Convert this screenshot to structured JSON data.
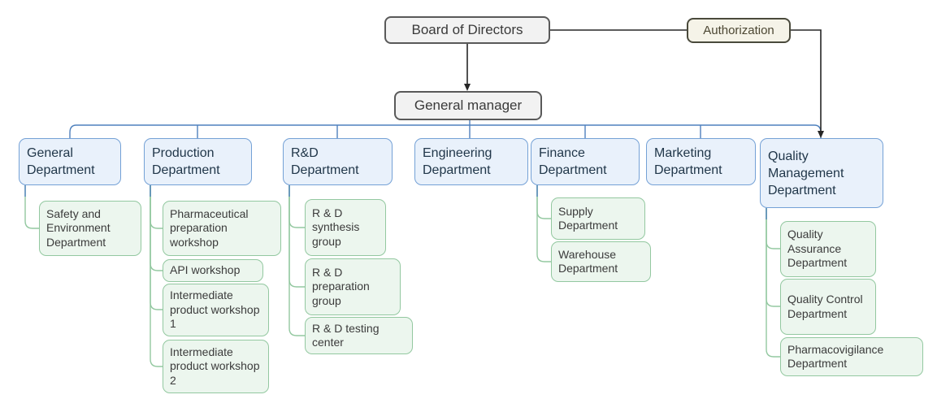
{
  "diagram": {
    "type": "organization-chart",
    "colors": {
      "executive_fill": "#f2f2f2",
      "executive_border": "#595959",
      "executive_text": "#3a3a3a",
      "annotation_fill": "#f5f3e8",
      "annotation_border": "#4a4a3c",
      "annotation_text": "#4b4632",
      "department_fill": "#e9f1fb",
      "department_border": "#74a1d6",
      "department_text": "#21374a",
      "sub_fill": "#ecf6ee",
      "sub_border": "#93c8a0",
      "sub_text": "#3b3b3b",
      "tree_line": "#4f81bd",
      "sub_line": "#93c8a0",
      "flow_line": "#262626"
    },
    "nodes": [
      {
        "id": "board",
        "label": "Board of Directors",
        "kind": "executive",
        "parent": null
      },
      {
        "id": "authorization",
        "label": "Authorization",
        "kind": "annotation",
        "parent": "board"
      },
      {
        "id": "gm",
        "label": "General manager",
        "kind": "executive",
        "parent": "board"
      },
      {
        "id": "general",
        "label": "General Department",
        "kind": "department",
        "parent": "gm"
      },
      {
        "id": "production",
        "label": "Production Department",
        "kind": "department",
        "parent": "gm"
      },
      {
        "id": "rnd",
        "label": "R&D Department",
        "kind": "department",
        "parent": "gm"
      },
      {
        "id": "engineering",
        "label": "Engineering Department",
        "kind": "department",
        "parent": "gm"
      },
      {
        "id": "finance",
        "label": "Finance Department",
        "kind": "department",
        "parent": "gm"
      },
      {
        "id": "marketing",
        "label": "Marketing Department",
        "kind": "department",
        "parent": "gm"
      },
      {
        "id": "qm",
        "label": "Quality Management Department",
        "kind": "department",
        "parent": "gm"
      },
      {
        "id": "safety",
        "label": "Safety and Environment Department",
        "kind": "sub",
        "parent": "general"
      },
      {
        "id": "pharma_prep",
        "label": "Pharmaceutical preparation workshop",
        "kind": "sub",
        "parent": "production"
      },
      {
        "id": "api",
        "label": "API workshop",
        "kind": "sub",
        "parent": "production"
      },
      {
        "id": "iw1",
        "label": "Intermediate product workshop 1",
        "kind": "sub",
        "parent": "production"
      },
      {
        "id": "iw2",
        "label": "Intermediate product workshop 2",
        "kind": "sub",
        "parent": "production"
      },
      {
        "id": "rnd_synthesis",
        "label": "R & D synthesis group",
        "kind": "sub",
        "parent": "rnd"
      },
      {
        "id": "rnd_preparation",
        "label": "R & D preparation group",
        "kind": "sub",
        "parent": "rnd"
      },
      {
        "id": "rnd_testing",
        "label": "R & D testing center",
        "kind": "sub",
        "parent": "rnd"
      },
      {
        "id": "supply",
        "label": "Supply Department",
        "kind": "sub",
        "parent": "finance"
      },
      {
        "id": "warehouse",
        "label": "Warehouse Department",
        "kind": "sub",
        "parent": "finance"
      },
      {
        "id": "qa",
        "label": "Quality Assurance Department",
        "kind": "sub",
        "parent": "qm"
      },
      {
        "id": "qc",
        "label": "Quality Control Department",
        "kind": "sub",
        "parent": "qm"
      },
      {
        "id": "pharmacovigilance",
        "label": "Pharmacovigilance Department",
        "kind": "sub",
        "parent": "qm"
      }
    ]
  }
}
